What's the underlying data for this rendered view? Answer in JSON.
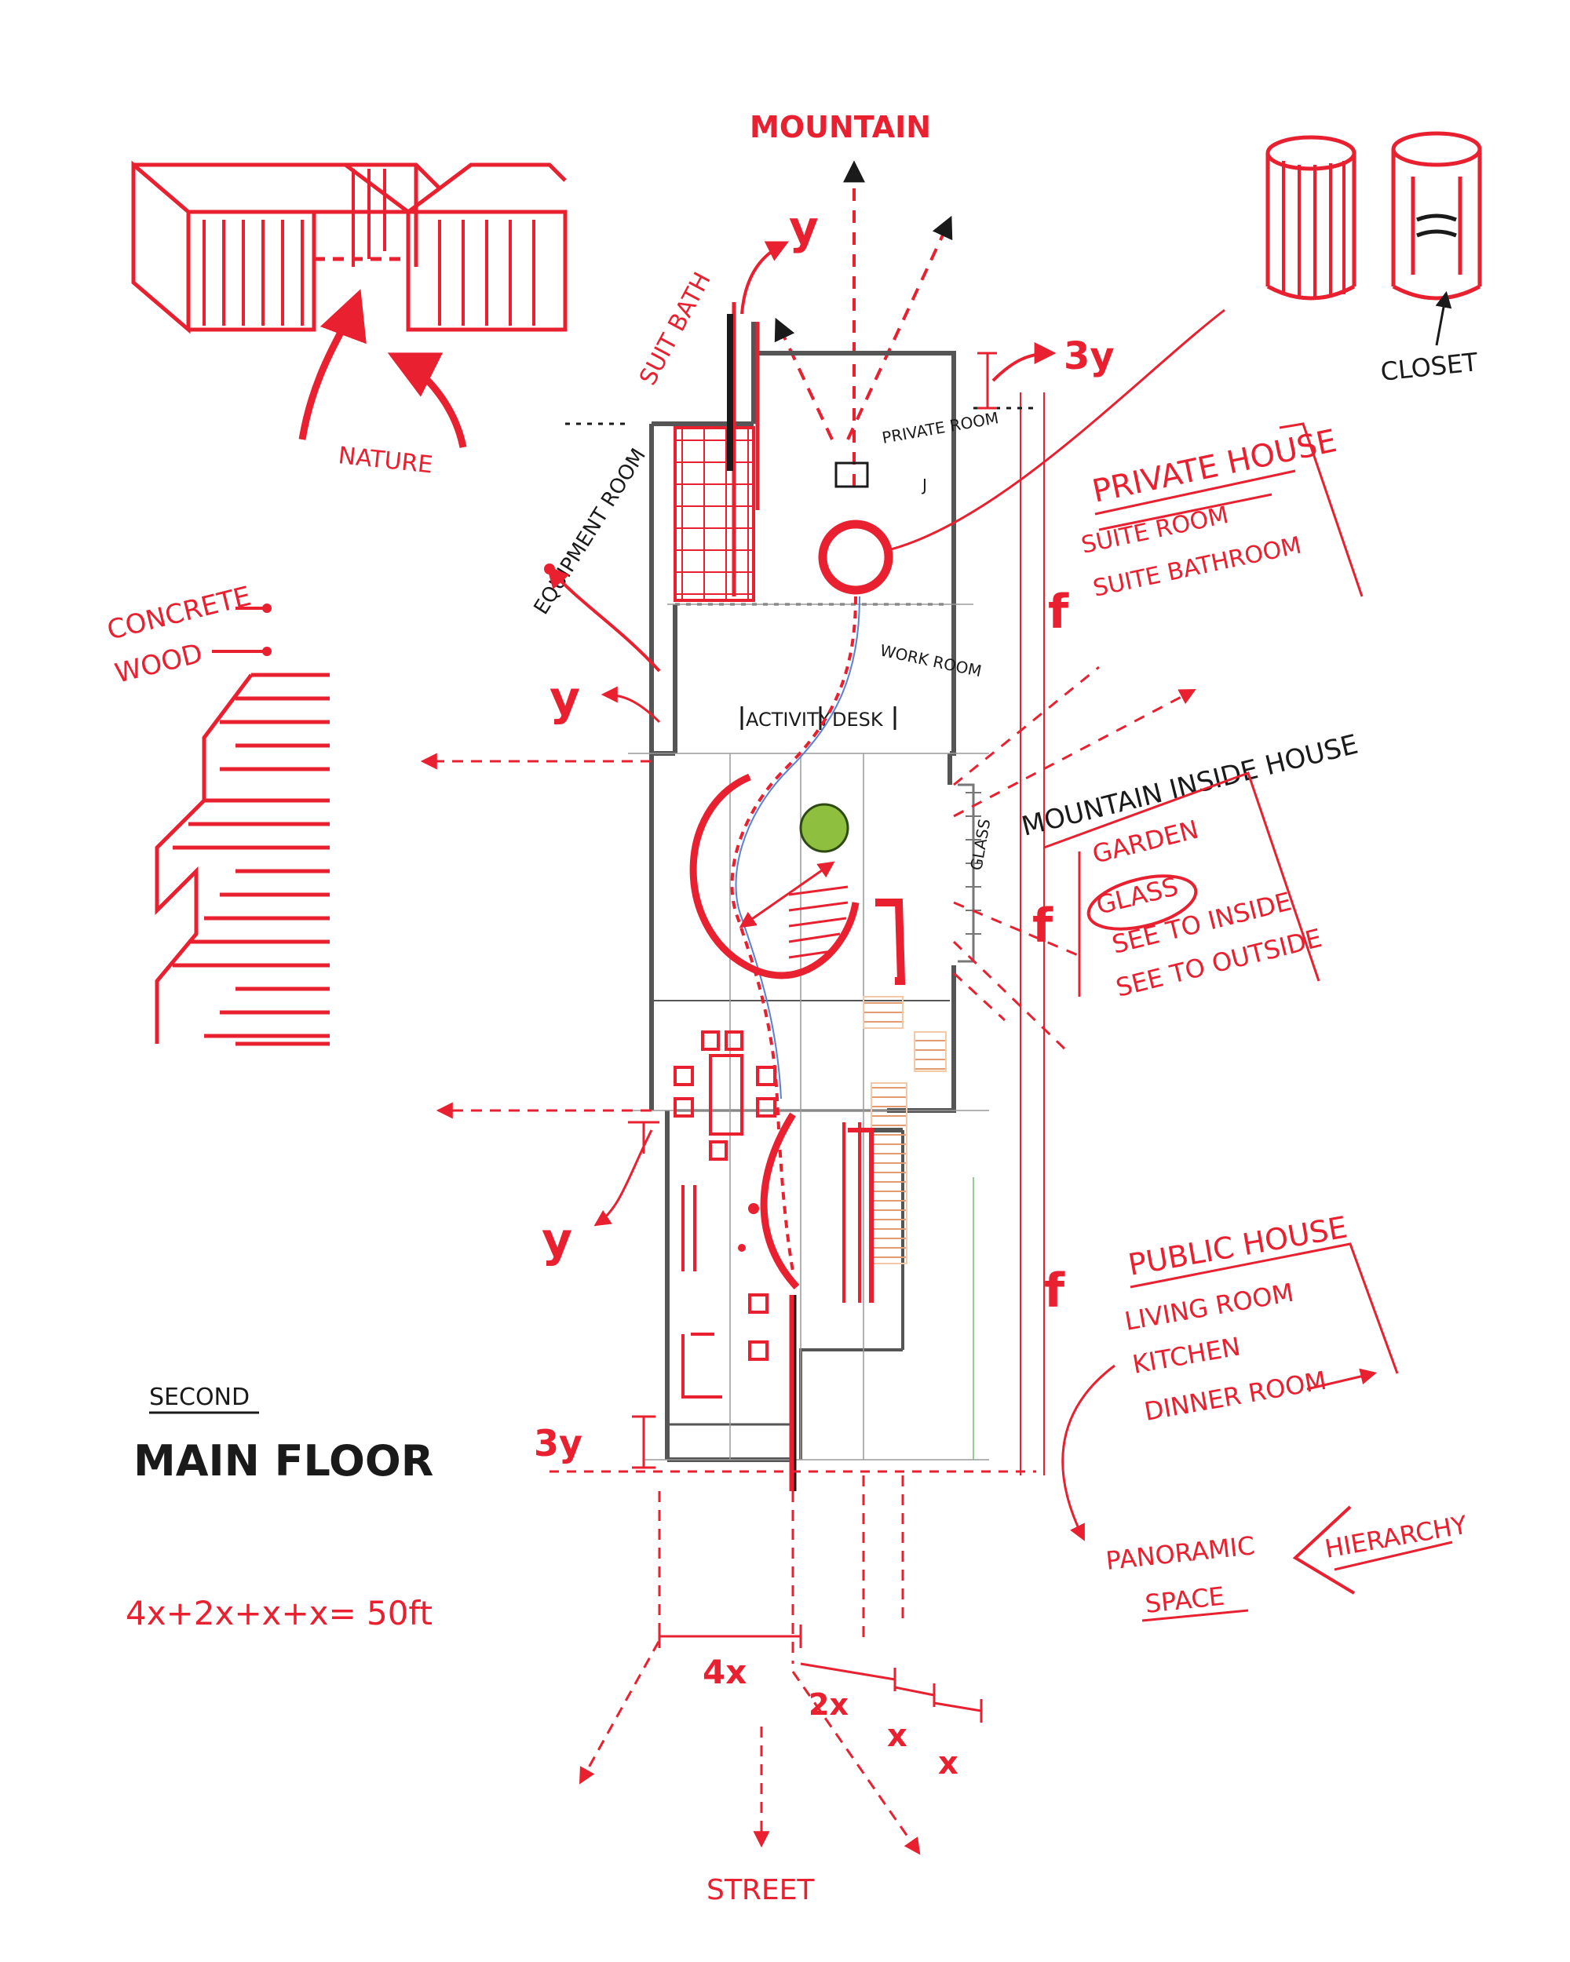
{
  "colors": {
    "paper": "#ffffff",
    "ink_red": "#e8202f",
    "ink_black": "#1a1a1a",
    "wall": "#555555",
    "tree": "#8fbf3f",
    "stair": "#f3c9a8",
    "accent_blue": "#5b7fd6"
  },
  "labels": {
    "mountain": "MOUNTAIN",
    "nature": "NATURE",
    "closet": "CLOSET",
    "suit_bath": "SUIT BATH",
    "equipment_room": "EQUIPMENT ROOM",
    "private_room": "PRIVATE ROOM",
    "private_room_mark": "J",
    "work_room": "WORK ROOM",
    "activity": "ACTIVITY",
    "desk": "DESK",
    "glass_side": "GLASS",
    "concrete": "CONCRETE",
    "wood": "WOOD",
    "second": "SECOND",
    "main_floor": "MAIN FLOOR",
    "equation": "4x+2x+x+x= 50ft",
    "street": "STREET",
    "panoramic": "PANORAMIC",
    "space": "SPACE",
    "hierarchy": "HIERARCHY"
  },
  "dimensions": {
    "y_top": "y",
    "three_y_top": "3y",
    "y_mid": "y",
    "y_low": "y",
    "three_y_bottom": "3y",
    "f_upper": "f",
    "f_middle": "f",
    "f_lower": "f",
    "w_4x": "4x",
    "w_2x": "2x",
    "w_x1": "x",
    "w_x2": "x"
  },
  "notes": {
    "private_house": {
      "title": "PRIVATE HOUSE",
      "items": [
        "SUITE ROOM",
        "SUITE BATHROOM"
      ]
    },
    "mountain_inside": {
      "title": "MOUNTAIN INSIDE HOUSE",
      "items": [
        "GARDEN",
        "GLASS",
        "SEE TO INSIDE",
        "SEE TO OUTSIDE"
      ]
    },
    "public_house": {
      "title": "PUBLIC HOUSE",
      "items": [
        "LIVING ROOM",
        "KITCHEN",
        "DINNER ROOM"
      ]
    }
  }
}
